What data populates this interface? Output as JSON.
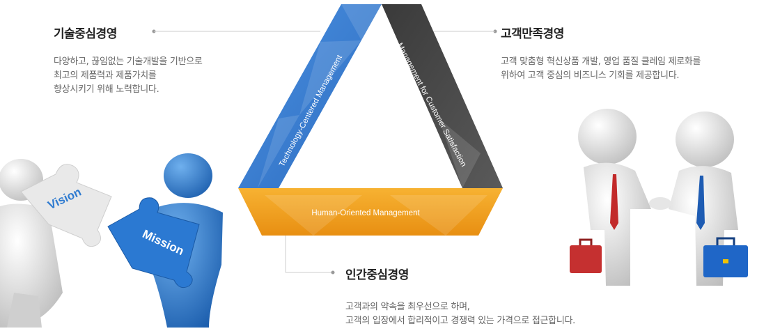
{
  "sections": {
    "tech": {
      "title": "기술중심경영",
      "lines": [
        "다양하고, 끊임없는 기술개발을 기반으로",
        "최고의 제품력과 제품가치를",
        "향상시키기 위해 노력합니다."
      ]
    },
    "customer": {
      "title": "고객만족경영",
      "lines": [
        "고객 맞춤형 혁신상품 개발, 영업 품질 클레임 제로화를",
        "위하여 고객 중심의 비즈니스 기회를 제공합니다."
      ]
    },
    "human": {
      "title": "인간중심경영",
      "lines": [
        "고객과의 약속을 최우선으로 하며,",
        "고객의 입장에서 합리적이고 경쟁력 있는 가격으로 접근합니다."
      ]
    }
  },
  "triangle": {
    "left_band": "Technology-Centered Management",
    "right_band": "Management for Customer Satisfaction",
    "bottom_band": "Human-Oriented Management",
    "colors": {
      "left": "#3d82d8",
      "right": "#4a4a4a",
      "bottom": "#f0a21c"
    }
  },
  "puzzle": {
    "white_piece": "Vision",
    "blue_piece": "Mission"
  }
}
